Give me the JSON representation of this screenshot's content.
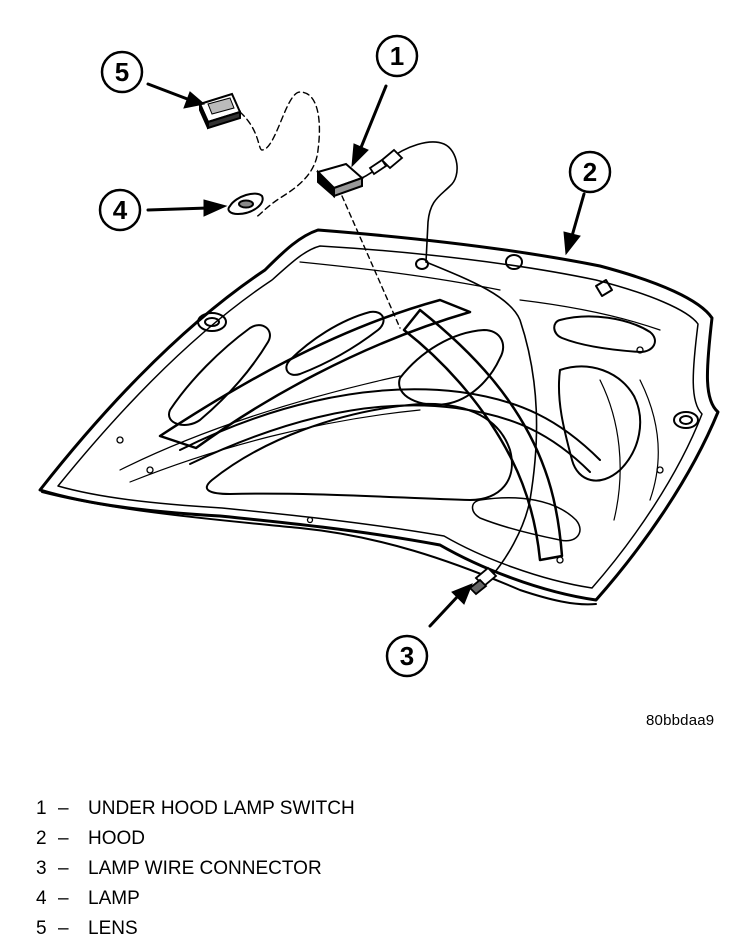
{
  "figure_code": "80bbdaa9",
  "callouts": [
    {
      "num": "1"
    },
    {
      "num": "2"
    },
    {
      "num": "3"
    },
    {
      "num": "4"
    },
    {
      "num": "5"
    }
  ],
  "legend": [
    {
      "num": "1",
      "sep": "–",
      "label": "UNDER HOOD LAMP SWITCH"
    },
    {
      "num": "2",
      "sep": "–",
      "label": "HOOD"
    },
    {
      "num": "3",
      "sep": "–",
      "label": "LAMP WIRE CONNECTOR"
    },
    {
      "num": "4",
      "sep": "–",
      "label": "LAMP"
    },
    {
      "num": "5",
      "sep": "–",
      "label": "LENS"
    }
  ]
}
